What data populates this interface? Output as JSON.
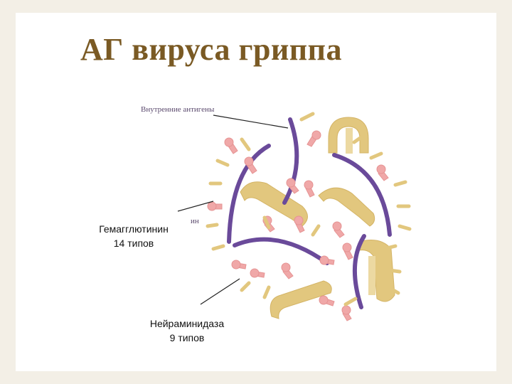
{
  "slide": {
    "title": "АГ вируса гриппа"
  },
  "diagram": {
    "internal_antigens": "Внутренние антигены",
    "hemagglutinin_fragment": "ин",
    "hemagglutinin_name": "Гемагглютинин",
    "hemagglutinin_count": "14 типов",
    "neuraminidase_name": "Нейраминидаза",
    "neuraminidase_count": "9 типов"
  },
  "colors": {
    "title": "#7a5a24",
    "ribonucleoprotein": "#6a4a9a",
    "hemagglutinin_spike": "#e2c77e",
    "neuraminidase_spike": "#f0a8a8",
    "background": "#f3efe6"
  }
}
